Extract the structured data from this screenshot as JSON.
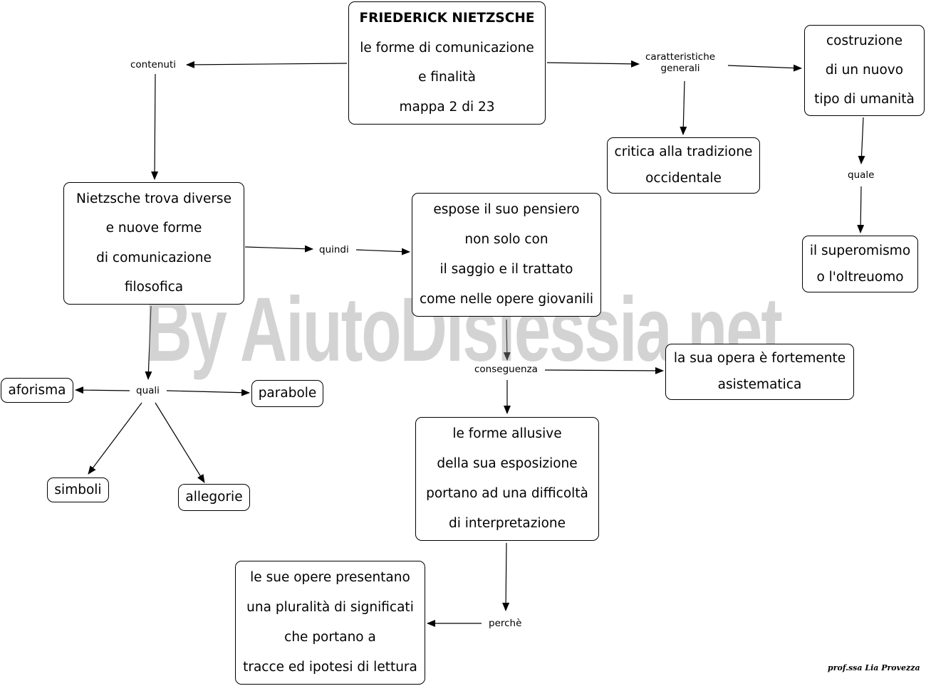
{
  "title_box": {
    "line1": "FRIEDERICK NIETZSCHE",
    "line2": "le forme di comunicazione",
    "line3": "e finalità",
    "line4": "mappa 2 di 23"
  },
  "labels": {
    "contenuti": "contenuti",
    "caratteristiche_1": "caratteristiche",
    "caratteristiche_2": "generali",
    "quale": "quale",
    "quindi": "quindi",
    "quali": "quali",
    "conseguenza": "conseguenza",
    "perche": "perchè"
  },
  "boxes": {
    "costruzione": [
      "costruzione",
      "di un nuovo",
      "tipo di umanità"
    ],
    "critica": [
      "critica alla tradizione",
      "occidentale"
    ],
    "superomismo": [
      "il superomismo",
      "o l'oltreuomo"
    ],
    "nietzsche_trova": [
      "Nietzsche  trova diverse",
      "e nuove forme",
      "di comunicazione",
      "filosofica"
    ],
    "espose": [
      "espose il suo pensiero",
      "non solo con",
      "il saggio e il trattato",
      "come nelle opere giovanili"
    ],
    "asistematica": [
      "la sua opera è fortemente",
      "asistematica"
    ],
    "aforisma": [
      "aforisma"
    ],
    "parabole": [
      "parabole"
    ],
    "simboli": [
      "simboli"
    ],
    "allegorie": [
      "allegorie"
    ],
    "forme_allusive": [
      "le forme allusive",
      "della sua esposizione",
      "portano ad una difficoltà",
      "di interpretazione"
    ],
    "sue_opere": [
      "le sue opere presentano",
      "una pluralità di significati",
      "che portano a",
      "tracce ed ipotesi di lettura"
    ]
  },
  "watermark": "By AiutoDislessia.net",
  "signature": "prof.ssa Lia Provezza"
}
